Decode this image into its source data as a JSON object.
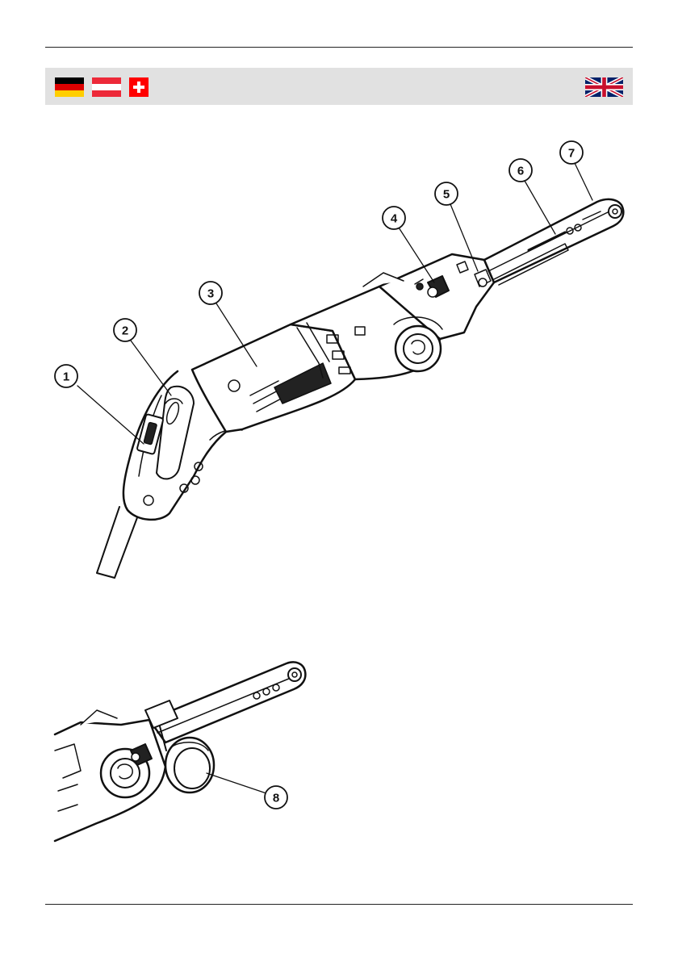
{
  "header": {
    "flags": [
      {
        "icon": "germany-flag-icon",
        "colors": [
          "#000000",
          "#dd0000",
          "#ffce00"
        ]
      },
      {
        "icon": "austria-flag-icon",
        "colors": [
          "#ed2939",
          "#ffffff",
          "#ed2939"
        ]
      },
      {
        "icon": "switzerland-flag-icon",
        "colors": [
          "#ff0000",
          "#ffffff"
        ]
      },
      {
        "icon": "united-kingdom-flag-icon",
        "colors": [
          "#012169",
          "#ffffff",
          "#c8102e"
        ]
      }
    ],
    "band_color": "#e1e1e1"
  },
  "figure_main": {
    "icon": "belt-sander-illustration",
    "callouts": [
      "1",
      "2",
      "3",
      "4",
      "5",
      "6",
      "7"
    ]
  },
  "figure_detail": {
    "icon": "belt-sander-dust-adapter-illustration",
    "callouts": [
      "8"
    ]
  }
}
